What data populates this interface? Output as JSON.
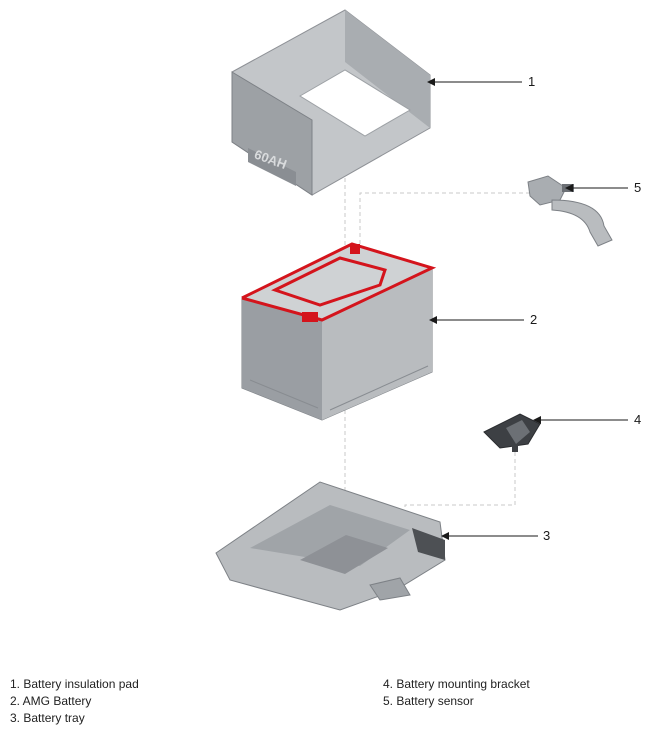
{
  "diagram": {
    "battery_label": "60AH",
    "callouts": [
      "1",
      "2",
      "3",
      "4",
      "5"
    ]
  },
  "legend": {
    "left": [
      "1. Battery insulation pad",
      "2. AMG Battery",
      "3. Battery tray"
    ],
    "right": [
      "4. Battery mounting bracket",
      "5. Battery sensor"
    ]
  },
  "colors": {
    "part_body": "#b9bcbf",
    "part_shadow": "#8e9196",
    "part_dark": "#5f6368",
    "terminal_cover": "#d4141c",
    "leader": "#1a1a1a",
    "guide_dash": "#c9c9c9"
  }
}
